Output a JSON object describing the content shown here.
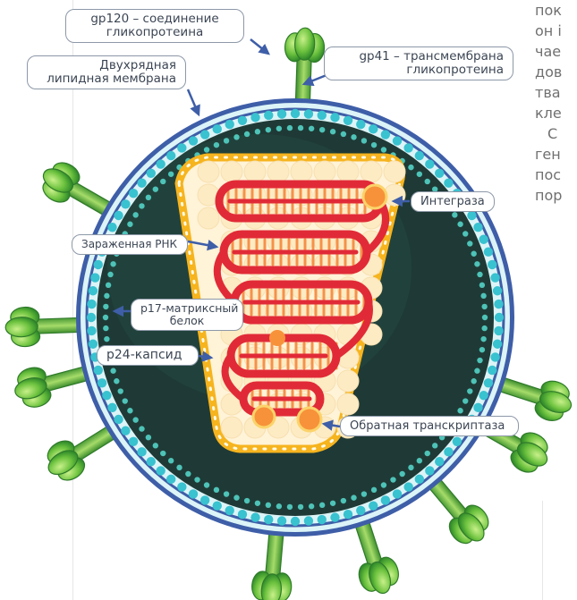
{
  "labels": {
    "gp120": [
      "gp120 – соединение",
      "гликопротеина"
    ],
    "gp41": [
      "gp41 – трансмембрана",
      "гликопротеина"
    ],
    "membrane": [
      "Двухрядная",
      "липидная мембрана"
    ],
    "integrase": "Интеграза",
    "rna": "Зараженная РНК",
    "p17": [
      "p17-матриксный",
      "белок"
    ],
    "p24": "p24-капсид",
    "rt": "Обратная транскриптаза"
  },
  "side_text": [
    "пок",
    "он і",
    "чае",
    "дов",
    "тва",
    "кле",
    "С",
    "ген",
    "пос",
    "пор"
  ],
  "colors": {
    "membrane_outer": "#3e5ea8",
    "membrane_band": "#dcf4f7",
    "membrane_cyan": "#39c2cf",
    "interior": "#1f3a36",
    "capsid_fill": "#fff3d8",
    "capsid_dots": "#f6b41e",
    "rna": "#e12a37",
    "rna_comb": "#f6914a",
    "enzyme": "#f7923a",
    "glyco_stalk": "#7fc24a",
    "glyco_head": "#7ccc4a",
    "arrow": "#3e5ea8"
  }
}
